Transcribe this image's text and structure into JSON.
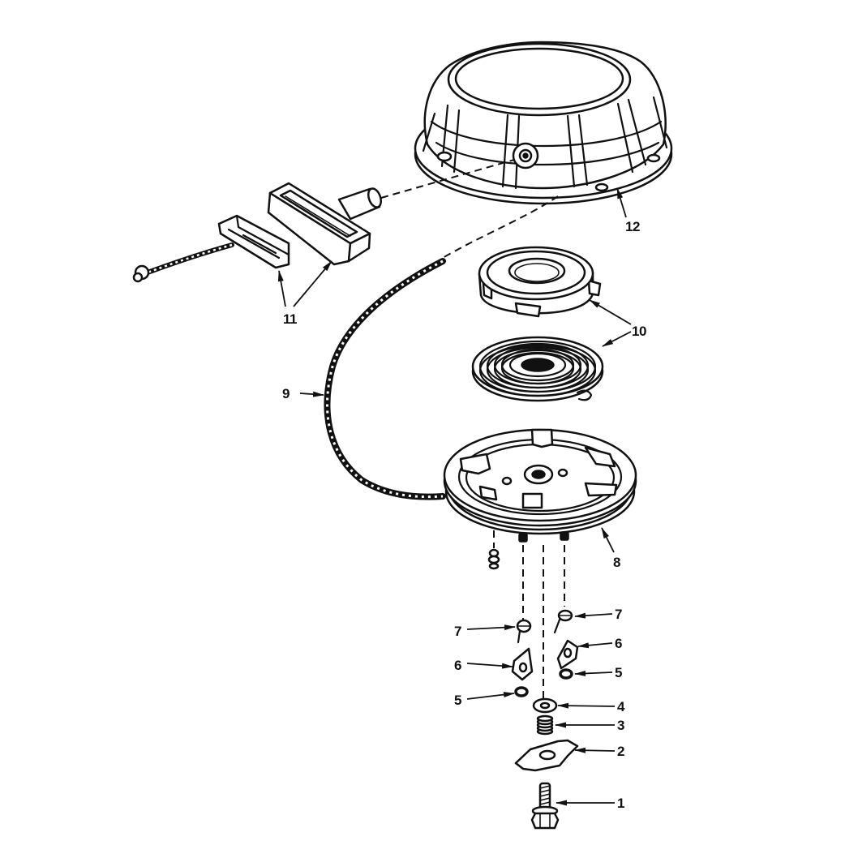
{
  "callouts": [
    "12",
    "11",
    "10",
    "9",
    "8",
    "7",
    "7",
    "6",
    "6",
    "5",
    "5",
    "4",
    "3",
    "2",
    "1"
  ]
}
